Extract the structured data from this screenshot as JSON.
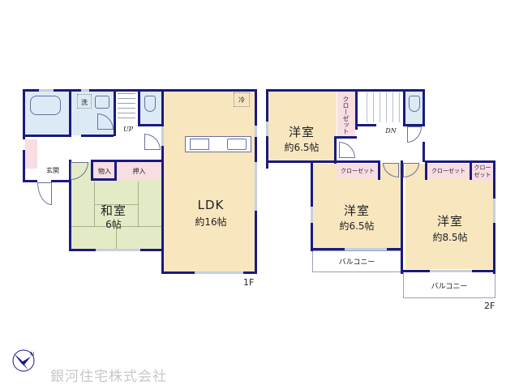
{
  "floor1": {
    "label": "1F",
    "rooms": {
      "wash": "洗",
      "up": "UP",
      "fridge": "冷",
      "entrance": "玄関",
      "storage": "物入",
      "closet": "押入",
      "washitsu": {
        "name": "和室",
        "size": "6帖"
      },
      "ldk": {
        "name": "LDK",
        "size": "約16帖"
      }
    }
  },
  "floor2": {
    "label": "2F",
    "dn": "DN",
    "rooms": {
      "room_nw": {
        "name": "洋室",
        "size": "約6.5帖",
        "closet": "クローゼット"
      },
      "room_sw": {
        "name": "洋室",
        "size": "約6.5帖",
        "closet": "クローゼット",
        "balcony": "バルコニー"
      },
      "room_se": {
        "name": "洋室",
        "size": "約8.5帖",
        "closet": "クローゼット",
        "closet2": "クローゼット",
        "balcony": "バルコニー"
      }
    }
  },
  "company": {
    "name": "銀河住宅株式会社"
  },
  "colors": {
    "wall": "#1a1a80",
    "wood_floor": "#f8e6bf",
    "tatami": "#e2ebc6",
    "wet_area": "#dceaf5",
    "storage": "#f8dde2"
  }
}
